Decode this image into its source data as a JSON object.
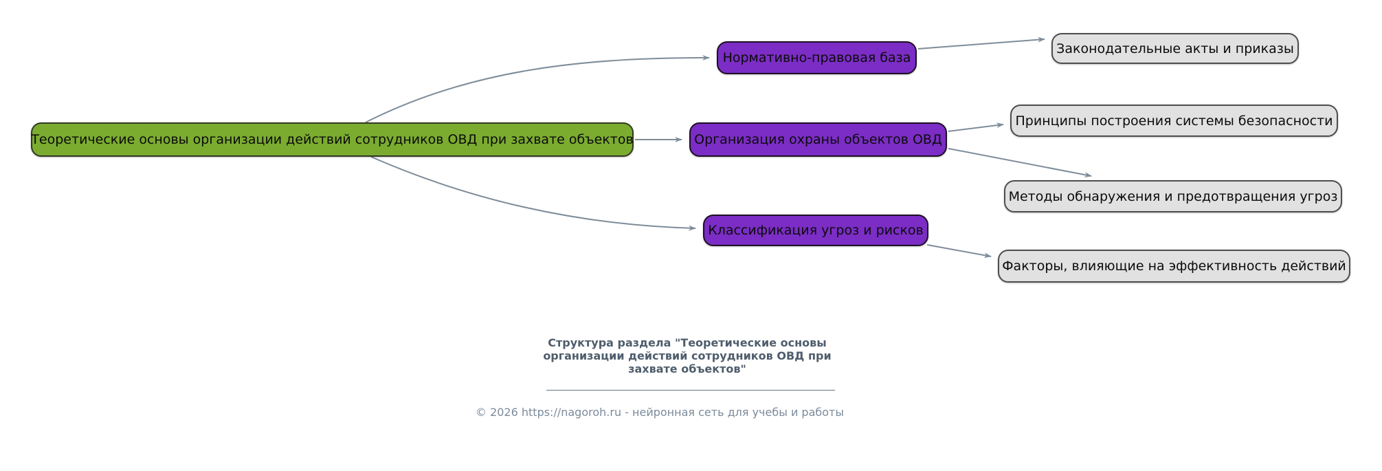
{
  "diagram": {
    "root": {
      "label": "Теоретические основы организации действий сотрудников ОВД при захвате объектов"
    },
    "branches": [
      {
        "label": "Нормативно-правовая база"
      },
      {
        "label": "Организация охраны объектов ОВД"
      },
      {
        "label": "Классификация угроз и рисков"
      }
    ],
    "leaves": [
      {
        "label": "Законодательные акты и приказы"
      },
      {
        "label": "Принципы построения системы безопасности"
      },
      {
        "label": "Методы обнаружения и предотвращения угроз"
      },
      {
        "label": "Факторы, влияющие на эффективность действий"
      }
    ],
    "edges": [
      {
        "from": "root",
        "to": "branch-0"
      },
      {
        "from": "root",
        "to": "branch-1"
      },
      {
        "from": "root",
        "to": "branch-2"
      },
      {
        "from": "branch-0",
        "to": "leaf-0"
      },
      {
        "from": "branch-1",
        "to": "leaf-1"
      },
      {
        "from": "branch-1",
        "to": "leaf-2"
      },
      {
        "from": "branch-2",
        "to": "leaf-3"
      }
    ],
    "colors": {
      "root_fill": "#7bac30",
      "branch_fill": "#7b2dc5",
      "leaf_fill": "#e1e1e1",
      "node_text": "#0b0b0b",
      "edge": "#7e8c99",
      "caption_text": "#4e5d6c",
      "footer_text": "#7b8b9b"
    }
  },
  "caption": {
    "full": "Структура раздела \"Теоретические основы организации действий сотрудников ОВД при захвате объектов\"",
    "lines": [
      "Структура раздела \"Теоретические основы",
      "организации действий сотрудников ОВД при",
      "захвате объектов\""
    ]
  },
  "footer": {
    "text": "© 2026 https://nagoroh.ru - нейронная сеть для учебы и работы"
  }
}
